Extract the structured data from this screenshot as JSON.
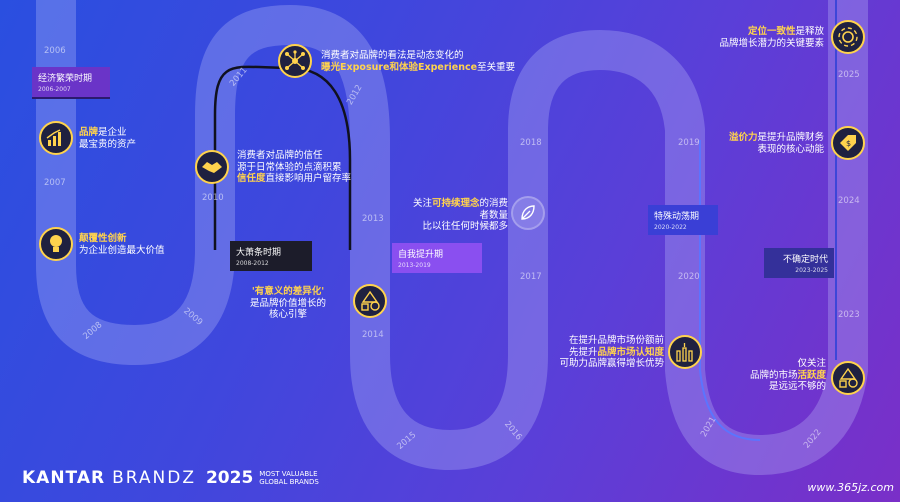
{
  "years": [
    "2006",
    "2007",
    "2008",
    "2009",
    "2010",
    "2011",
    "2012",
    "2013",
    "2014",
    "2015",
    "2016",
    "2017",
    "2018",
    "2019",
    "2020",
    "2021",
    "2022",
    "2023",
    "2024",
    "2025"
  ],
  "eras": [
    {
      "label": "经济繁荣时期",
      "range": "2006-2007"
    },
    {
      "label": "大萧条时期",
      "range": "2008-2012"
    },
    {
      "label": "自我提升期",
      "range": "2013-2019"
    },
    {
      "label": "特殊动荡期",
      "range": "2020-2022"
    },
    {
      "label": "不确定时代",
      "range": "2023-2025"
    }
  ],
  "insights": [
    {
      "pre": "",
      "bold": "品牌",
      "post": "是企业\n最宝贵的资产",
      "icon": "bar-chart-icon"
    },
    {
      "pre": "",
      "bold": "颠覆性创新",
      "post": "\n为企业创造最大价值",
      "icon": "lightbulb-icon"
    },
    {
      "line1": "消费者对品牌的信任",
      "line2": "源于日常体验的点滴积累",
      "bold": "信任度",
      "post": "直接影响用户留存率",
      "icon": "handshake-icon"
    },
    {
      "line1": "消费者对品牌的看法是动态变化的",
      "bold": "曝光Exposure和体验Experience",
      "post": "至关重要",
      "icon": "network-icon"
    },
    {
      "bold": "'有意义的差异化'",
      "post": "是品牌价值增长的\n核心引擎",
      "icon": "shapes-icon"
    },
    {
      "pre": "关注",
      "bold": "可持续理念",
      "post": "的消费者数量\n比以往任何时候都多",
      "icon": "leaf-icon"
    },
    {
      "line1": "在提升品牌市场份额前",
      "pre": "先提升",
      "bold": "品牌市场认知度",
      "post": "\n可助力品牌赢得增长优势",
      "icon": "growth-bars-icon"
    },
    {
      "line1": "仅关注",
      "pre": "品牌的市场",
      "bold": "活跃度",
      "post": "\n是远远不够的",
      "icon": "shapes-icon"
    },
    {
      "bold": "溢价力",
      "post": "是提升品牌财务\n表现的核心动能",
      "icon": "price-tag-icon"
    },
    {
      "bold": "定位一致性",
      "post": "是释放\n品牌增长潜力的关键要素",
      "icon": "gear-cycle-icon"
    }
  ],
  "footer": {
    "brand": "KANTAR",
    "product": "BRANDZ",
    "year": "2025",
    "tag1": "MOST VALUABLE",
    "tag2": "GLOBAL BRANDS"
  },
  "watermark": "www.365jz.com",
  "colors": {
    "highlight": "#ffd34d",
    "road": "#9aa6ff"
  }
}
